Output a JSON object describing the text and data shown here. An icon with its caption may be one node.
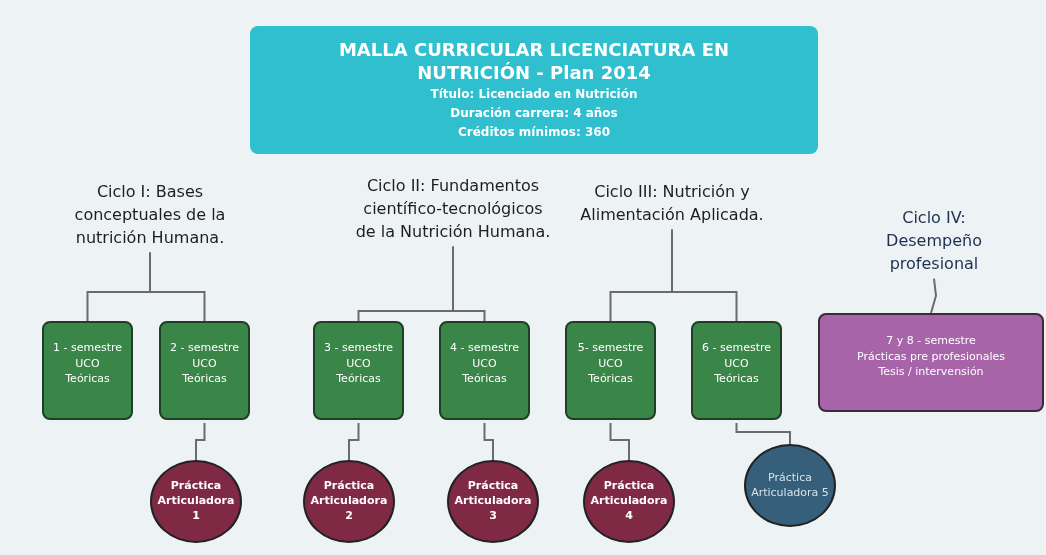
{
  "diagram": {
    "nodes": [
      {
        "text": [
          "MALLA CURRICULAR LICENCIATURA EN NUTRICIÓN - Plan 2014",
          "Título: Licenciado en Nutrición",
          "Duración carrera: 4 años",
          "Créditos mínimos: 360"
        ]
      },
      {
        "text": [
          "Ciclo I: Bases conceptuales de la nutrición Humana."
        ]
      },
      {
        "text": [
          "Ciclo II: Fundamentos científico-tecnológicos de la Nutrición Humana."
        ]
      },
      {
        "text": [
          "Ciclo III: Nutrición y Alimentación Aplicada."
        ]
      },
      {
        "text": [
          "Ciclo IV: Desempeño profesional"
        ]
      },
      {
        "text": [
          "1 - semestre",
          "UCO",
          "Teóricas"
        ]
      },
      {
        "text": [
          "2 - semestre",
          "UCO",
          "Teóricas"
        ]
      },
      {
        "text": [
          "3 - semestre",
          "UCO",
          "Teóricas"
        ]
      },
      {
        "text": [
          "4 - semestre",
          "UCO",
          "Teóricas"
        ]
      },
      {
        "text": [
          "5- semestre",
          "UCO",
          "Teóricas"
        ]
      },
      {
        "text": [
          "6 - semestre",
          "UCO",
          "Teóricas"
        ]
      },
      {
        "text": [
          "7 y 8 - semestre",
          "Prácticas pre profesionales",
          "Tesis  / intervensión"
        ]
      },
      {
        "text": [
          "Práctica Articuladora 1"
        ]
      },
      {
        "text": [
          "Práctica Articuladora 2"
        ]
      },
      {
        "text": [
          "Práctica Articuladora 3"
        ]
      },
      {
        "text": [
          "Práctica Articuladora 4"
        ]
      },
      {
        "text": [
          "Práctica Articuladora 5"
        ]
      }
    ],
    "edges": [
      {
        "from": 1,
        "to": 5,
        "arrow": "none"
      },
      {
        "from": 1,
        "to": 6,
        "arrow": "none"
      },
      {
        "from": 2,
        "to": 7,
        "arrow": "none"
      },
      {
        "from": 2,
        "to": 8,
        "arrow": "none"
      },
      {
        "from": 3,
        "to": 9,
        "arrow": "none"
      },
      {
        "from": 3,
        "to": 10,
        "arrow": "none"
      },
      {
        "from": 4,
        "to": 11,
        "arrow": "none"
      },
      {
        "from": 6,
        "to": 12,
        "arrow": "none"
      },
      {
        "from": 7,
        "to": 13,
        "arrow": "none"
      },
      {
        "from": 8,
        "to": 14,
        "arrow": "none"
      },
      {
        "from": 9,
        "to": 15,
        "arrow": "none"
      },
      {
        "from": 10,
        "to": 16,
        "arrow": "none"
      }
    ]
  }
}
